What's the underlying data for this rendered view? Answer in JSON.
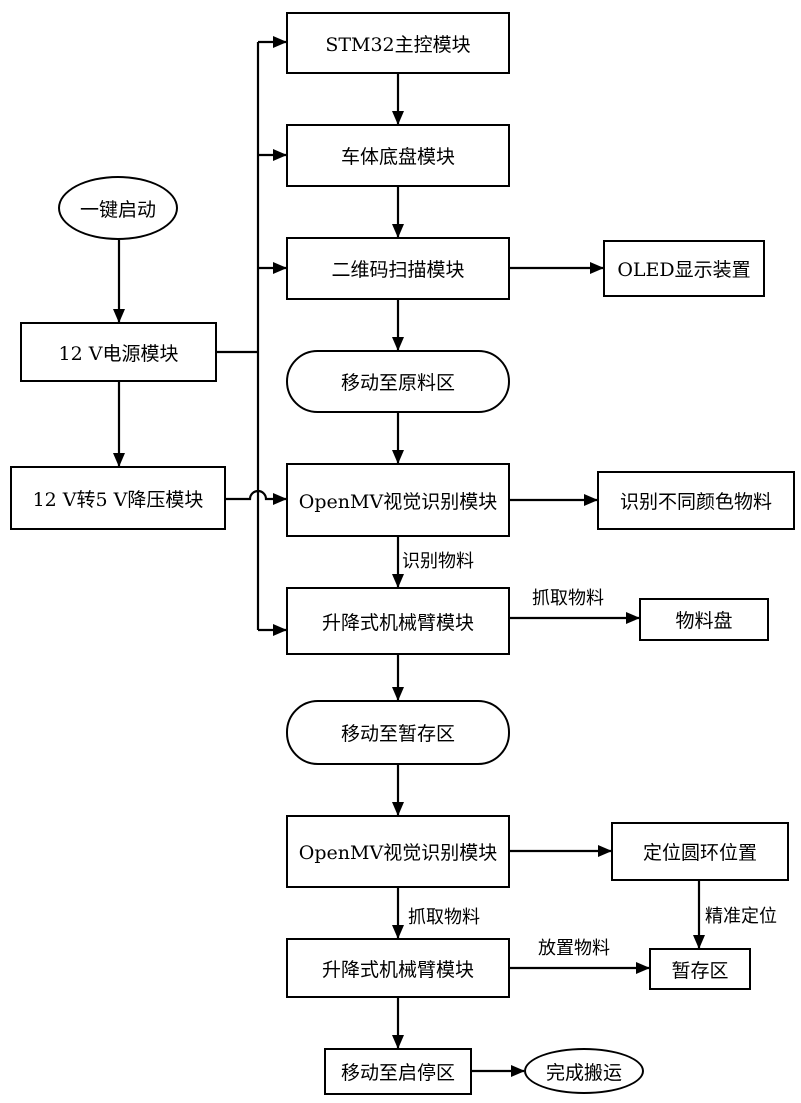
{
  "nodes": {
    "start": "一键启动",
    "power": "12 V电源模块",
    "buck": "12 V转5 V降压模块",
    "stm32": "STM32主控模块",
    "chassis": "车体底盘模块",
    "qr": "二维码扫描模块",
    "oled": "OLED显示装置",
    "move_raw": "移动至原料区",
    "openmv1": "OpenMV视觉识别模块",
    "color": "识别不同颜色物料",
    "arm1": "升降式机械臂模块",
    "tray": "物料盘",
    "move_temp": "移动至暂存区",
    "openmv2": "OpenMV视觉识别模块",
    "locate": "定位圆环位置",
    "arm2": "升降式机械臂模块",
    "temp": "暂存区",
    "move_stop": "移动至启停区",
    "done": "完成搬运"
  },
  "edge_labels": {
    "identify": "识别物料",
    "grab1": "抓取物料",
    "grab2": "抓取物料",
    "place": "放置物料",
    "precise": "精准定位"
  }
}
